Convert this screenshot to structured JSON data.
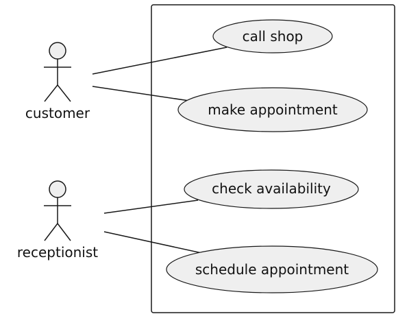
{
  "actors": [
    {
      "id": "customer",
      "label": "customer"
    },
    {
      "id": "receptionist",
      "label": "receptionist"
    }
  ],
  "use_cases": [
    {
      "id": "call-shop",
      "label": "call shop"
    },
    {
      "id": "make-appointment",
      "label": "make appointment"
    },
    {
      "id": "check-availability",
      "label": "check availability"
    },
    {
      "id": "schedule-appointment",
      "label": "schedule appointment"
    }
  ],
  "associations": [
    {
      "actor": "customer",
      "use_case": "call-shop"
    },
    {
      "actor": "customer",
      "use_case": "make-appointment"
    },
    {
      "actor": "receptionist",
      "use_case": "check-availability"
    },
    {
      "actor": "receptionist",
      "use_case": "schedule-appointment"
    }
  ],
  "colors": {
    "usecase_fill": "#efefef",
    "stroke": "#181818",
    "background": "#ffffff"
  }
}
